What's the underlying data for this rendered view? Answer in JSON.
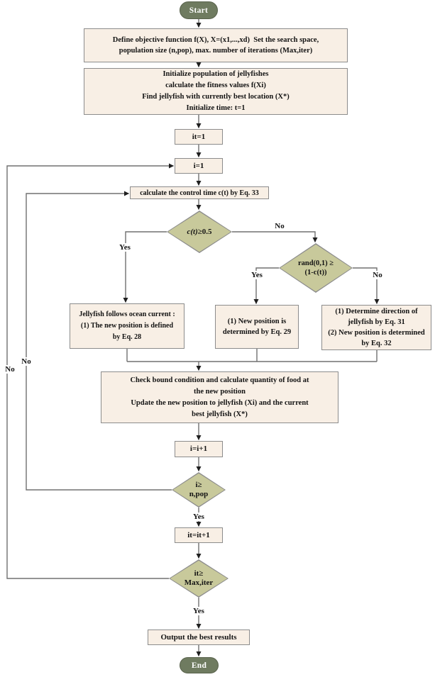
{
  "colors": {
    "terminator": "#6F7B60",
    "terminator_border": "#59624C",
    "process": "#F8EFE5",
    "decision": "#C8C99B",
    "border": "#8C8C8C",
    "line": "#707070",
    "arrow": "#1F1F1F",
    "text": "#131313"
  },
  "nodes": {
    "start": {
      "label": "Start"
    },
    "define": {
      "label": "Define objective function f(X), X=(x1,...,xd)  Set the search space,\npopulation size (n,pop), max. number of iterations (Max,iter)"
    },
    "init": {
      "label": "Initialize population of jellyfishes\ncalculate the fitness values f(Xi)\nFind jellyfish with currently best location (X*)\nInitialize time: t=1"
    },
    "it1": {
      "label": "it=1"
    },
    "i1": {
      "label": "i=1"
    },
    "ctrl": {
      "label": "calculate the control time c(t) by Eq. 33"
    },
    "d_ct": {
      "label_italic": "c(t)",
      "label_rest": "≥0.5"
    },
    "d_rand": {
      "label": "rand(0,1) ≥\n(1-c(t))"
    },
    "ocean": {
      "label": "Jellyfish follows ocean current :\n(1) The new position is defined\nby Eq. 28"
    },
    "pos29": {
      "label": "(1) New position is\ndetermined by Eq. 29"
    },
    "pos3132": {
      "label": "(1) Determine direction of\njellyfish by Eq. 31\n(2) New position is determined\nby Eq. 32"
    },
    "check": {
      "label": "Check bound condition and calculate quantity of food at\nthe new position\nUpdate the new position to jellyfish (Xi) and the current\nbest jellyfish (X*)"
    },
    "inc_i": {
      "label": "i=i+1"
    },
    "d_npop": {
      "label": "i≥\nn,pop"
    },
    "inc_it": {
      "label": "it=it+1"
    },
    "d_maxiter": {
      "label": "it≥\nMax,iter"
    },
    "output": {
      "label": "Output the best results"
    },
    "end": {
      "label": "End"
    }
  },
  "edge_labels": {
    "ct_yes": "Yes",
    "ct_no": "No",
    "rand_yes": "Yes",
    "rand_no": "No",
    "npop_yes": "Yes",
    "npop_no": "No",
    "maxiter_yes": "Yes",
    "maxiter_no": "No"
  }
}
